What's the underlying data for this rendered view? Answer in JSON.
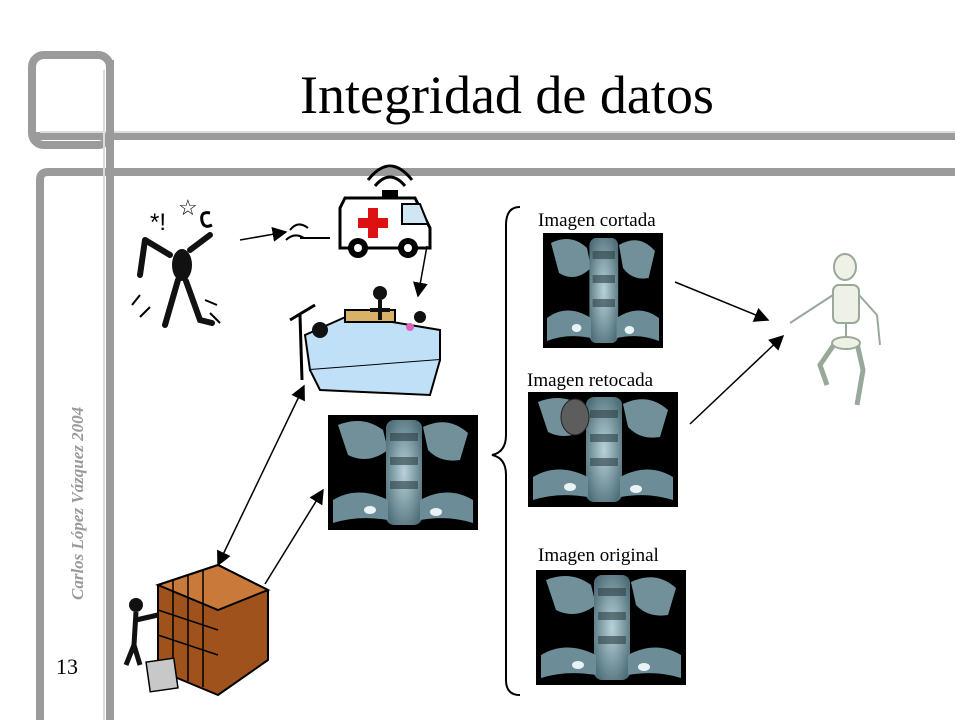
{
  "slide": {
    "title": "Integridad de datos",
    "author": "Carlos López Vázquez 2004",
    "page_number": "13"
  },
  "images": {
    "cropped_label": "Imagen cortada",
    "retouched_label": "Imagen retocada",
    "original_label": "Imagen original"
  },
  "icons": [
    "hurt-person-icon",
    "ambulance-icon",
    "hospital-bed-icon",
    "archive-cabinet-icon",
    "skeleton-icon"
  ],
  "colors": {
    "frame": "#9b9b9b",
    "frame_light": "#dcdcdc",
    "cabinet": "#a0521d",
    "bed": "#bfe0f7",
    "scan_bg": "#000000"
  }
}
